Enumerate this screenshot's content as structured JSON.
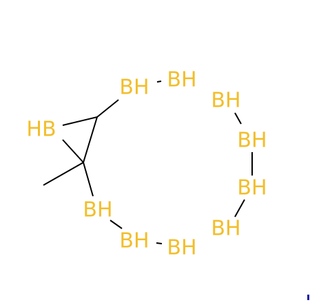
{
  "colors": {
    "background": "#ffffff",
    "bond": "#000000",
    "boron": "#F2BE2B",
    "edge_mark": "#1a1aa8"
  },
  "atoms": [
    {
      "id": "hb-ring-left",
      "label": "HB"
    },
    {
      "id": "bh-upper-1",
      "label": "BH"
    },
    {
      "id": "bh-upper-2",
      "label": "BH"
    },
    {
      "id": "bh-right-1",
      "label": "BH"
    },
    {
      "id": "bh-right-2",
      "label": "BH"
    },
    {
      "id": "bh-right-3",
      "label": "BH"
    },
    {
      "id": "bh-right-4",
      "label": "BH"
    },
    {
      "id": "bh-lower-2",
      "label": "BH"
    },
    {
      "id": "bh-lower-1",
      "label": "BH"
    },
    {
      "id": "bh-left-lower",
      "label": "BH"
    }
  ]
}
